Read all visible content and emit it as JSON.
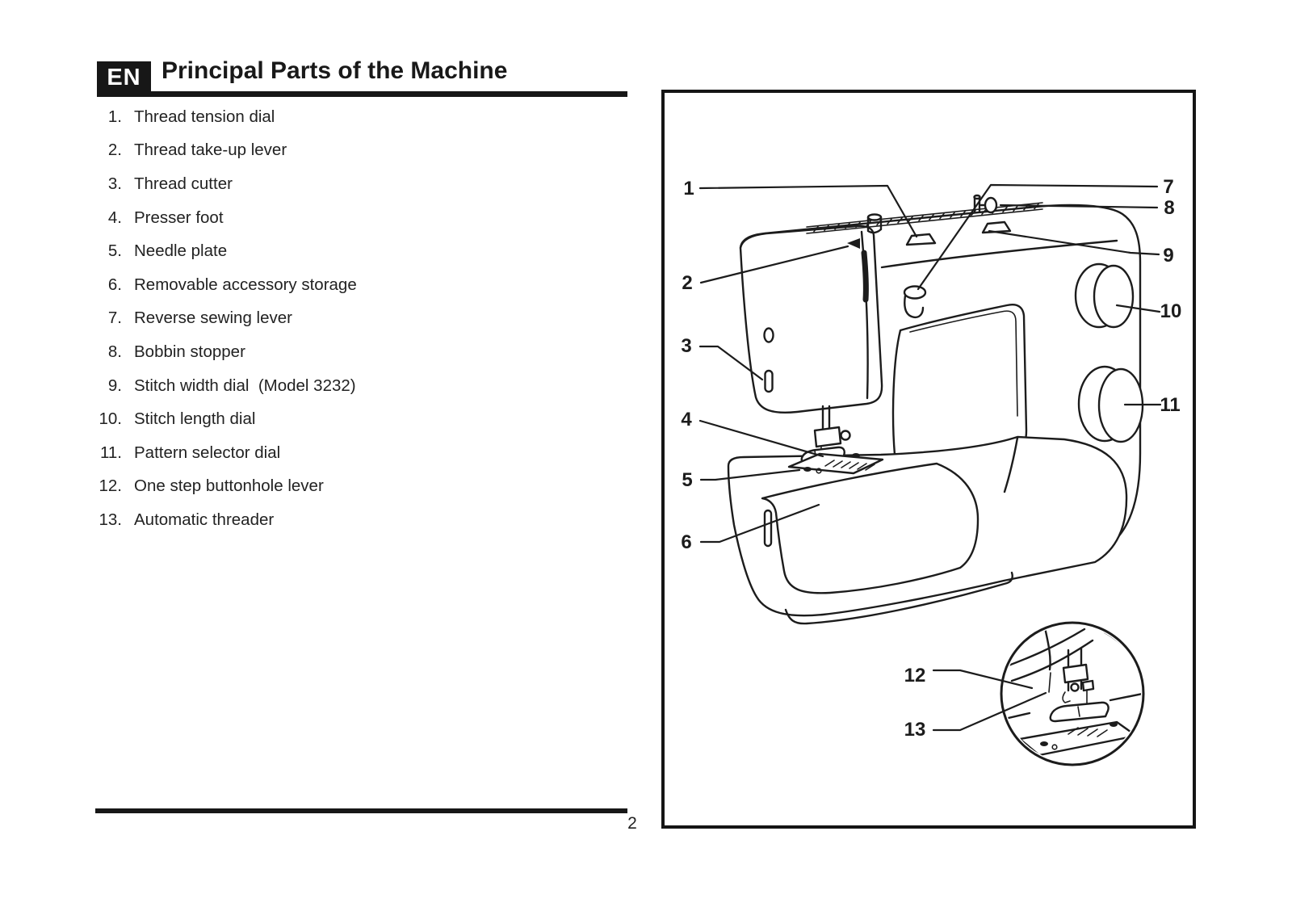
{
  "page": {
    "number": "2",
    "paper_color": "#ffffff",
    "ink_color": "#1c1c1c"
  },
  "header": {
    "language_badge": "EN",
    "title": "Principal Parts of the Machine"
  },
  "parts": [
    {
      "num": "1.",
      "label": "Thread tension dial"
    },
    {
      "num": "2.",
      "label": "Thread take-up lever"
    },
    {
      "num": "3.",
      "label": "Thread cutter"
    },
    {
      "num": "4.",
      "label": "Presser foot"
    },
    {
      "num": "5.",
      "label": "Needle plate"
    },
    {
      "num": "6.",
      "label": "Removable accessory storage"
    },
    {
      "num": "7.",
      "label": "Reverse sewing lever"
    },
    {
      "num": "8.",
      "label": "Bobbin stopper"
    },
    {
      "num": "9.",
      "label": "Stitch width dial  (Model 3232)"
    },
    {
      "num": "10.",
      "label": "Stitch length dial"
    },
    {
      "num": "11.",
      "label": "Pattern selector dial"
    },
    {
      "num": "12.",
      "label": "One step buttonhole lever"
    },
    {
      "num": "13.",
      "label": "Automatic threader"
    }
  ],
  "diagram": {
    "description": "line drawing of sewing machine with numbered callouts",
    "callouts": [
      "1",
      "2",
      "3",
      "4",
      "5",
      "6",
      "7",
      "8",
      "9",
      "10",
      "11",
      "12",
      "13"
    ]
  }
}
